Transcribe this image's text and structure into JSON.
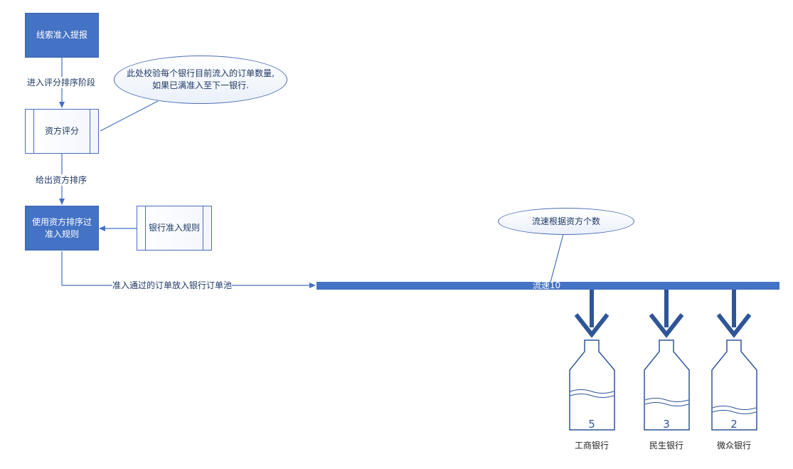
{
  "nodes": {
    "lead_submit": "线索准入提报",
    "capital_scoring": "资方评分",
    "rank_filter": "使用资方排序过准入规则",
    "bank_rules": "银行准入规则"
  },
  "edges": {
    "enter_scoring": "进入评分排序阶段",
    "give_ranking": "给出资方排序",
    "to_order_pool": "准入通过的订单放入银行订单池"
  },
  "notes": {
    "check_orders": "此处校验每个银行目前流入的订单数量,如果已满准入至下一银行.",
    "flow_rate_by_count": "流速根据资方个数"
  },
  "pool": {
    "flow_label": "流速10"
  },
  "banks": [
    {
      "name": "工商银行",
      "count": "5"
    },
    {
      "name": "民生银行",
      "count": "3"
    },
    {
      "name": "微众银行",
      "count": "2"
    }
  ]
}
